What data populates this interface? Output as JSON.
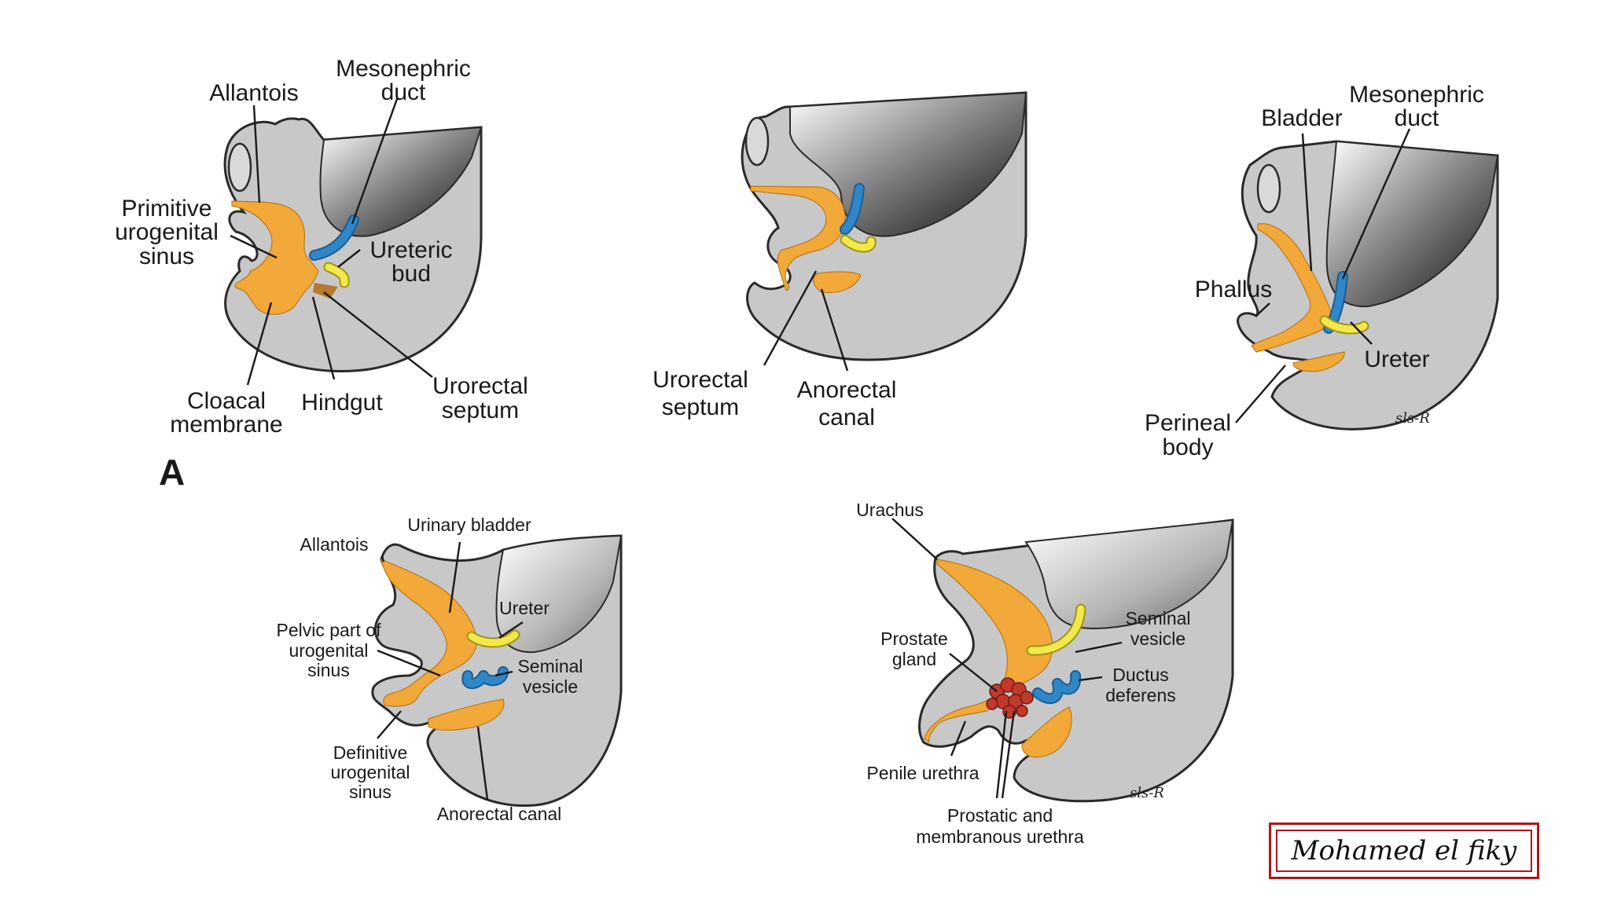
{
  "panel_a": {
    "letter": "A",
    "labels": {
      "allantois": "Allantois",
      "mesonephric_1": "Mesonephric",
      "mesonephric_2": "duct",
      "primitive_1": "Primitive",
      "primitive_2": "urogenital",
      "primitive_3": "sinus",
      "ureteric_1": "Ureteric",
      "ureteric_2": "bud",
      "cloacal_1": "Cloacal",
      "cloacal_2": "membrane",
      "hindgut": "Hindgut",
      "urorectal_1": "Urorectal",
      "urorectal_2": "septum"
    }
  },
  "panel_b": {
    "labels": {
      "urorectal_1": "Urorectal",
      "urorectal_2": "septum",
      "anorectal_1": "Anorectal",
      "anorectal_2": "canal"
    }
  },
  "panel_c": {
    "labels": {
      "bladder": "Bladder",
      "mesonephric_1": "Mesonephric",
      "mesonephric_2": "duct",
      "phallus": "Phallus",
      "ureter": "Ureter",
      "perineal_1": "Perineal",
      "perineal_2": "body"
    },
    "signature": "sls-R"
  },
  "panel_d": {
    "labels": {
      "urinary_bladder": "Urinary bladder",
      "allantois": "Allantois",
      "ureter": "Ureter",
      "pelvic_1": "Pelvic part of",
      "pelvic_2": "urogenital",
      "pelvic_3": "sinus",
      "seminal_1": "Seminal",
      "seminal_2": "vesicle",
      "definitive_1": "Definitive",
      "definitive_2": "urogenital",
      "definitive_3": "sinus",
      "anorectal_canal": "Anorectal canal"
    }
  },
  "panel_e": {
    "labels": {
      "urachus": "Urachus",
      "prostate_1": "Prostate",
      "prostate_2": "gland",
      "seminal_1": "Seminal",
      "seminal_2": "vesicle",
      "ductus_1": "Ductus",
      "ductus_2": "deferens",
      "penile_urethra": "Penile urethra",
      "prostatic_1": "Prostatic and",
      "prostatic_2": "membranous urethra"
    },
    "signature": "sls-R"
  },
  "watermark": "Mohamed el fiky",
  "colors": {
    "body_gray": "#c8c8c9",
    "urogenital_orange": "#f2a93a",
    "mesonephric_blue": "#2f86c8",
    "ureter_yellow": "#f3e84a",
    "prostate_red": "#c0392b",
    "watermark_border": "#b3141b"
  }
}
